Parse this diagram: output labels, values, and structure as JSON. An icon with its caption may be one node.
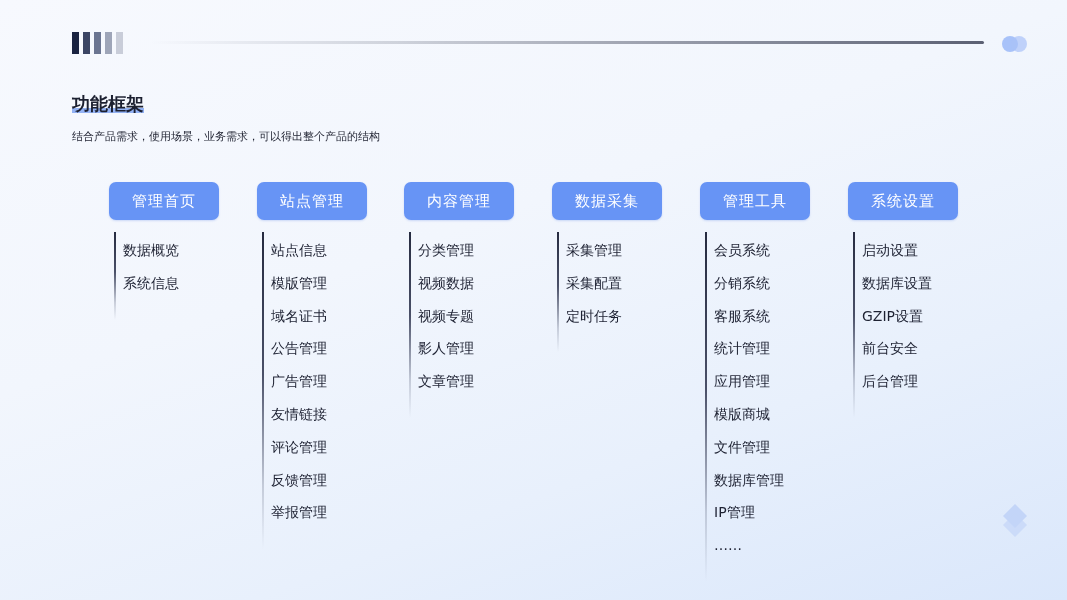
{
  "diagram": {
    "title": "功能框架",
    "nodes": [
      {
        "text": [
          "管理首页"
        ],
        "beside": [
          "数据概览",
          "系统信息"
        ]
      },
      {
        "text": [
          "站点管理"
        ],
        "beside": [
          "站点信息",
          "模版管理",
          "域名证书",
          "公告管理",
          "广告管理",
          "友情链接",
          "评论管理",
          "反馈管理",
          "举报管理"
        ]
      },
      {
        "text": [
          "内容管理"
        ],
        "beside": [
          "分类管理",
          "视频数据",
          "视频专题",
          "影人管理",
          "文章管理"
        ]
      },
      {
        "text": [
          "数据采集"
        ],
        "beside": [
          "采集管理",
          "采集配置",
          "定时任务"
        ]
      },
      {
        "text": [
          "管理工具"
        ],
        "beside": [
          "会员系统",
          "分销系统",
          "客服系统",
          "统计管理",
          "应用管理",
          "模版商城",
          "文件管理",
          "数据库管理",
          "IP管理",
          "……"
        ]
      },
      {
        "text": [
          "系统设置"
        ],
        "beside": [
          "启动设置",
          "数据库设置",
          "GZIP设置",
          "前台安全",
          "后台管理"
        ]
      }
    ],
    "labels": [
      "结合产品需求，使用场景，业务需求，可以得出整个产品的结构"
    ]
  }
}
